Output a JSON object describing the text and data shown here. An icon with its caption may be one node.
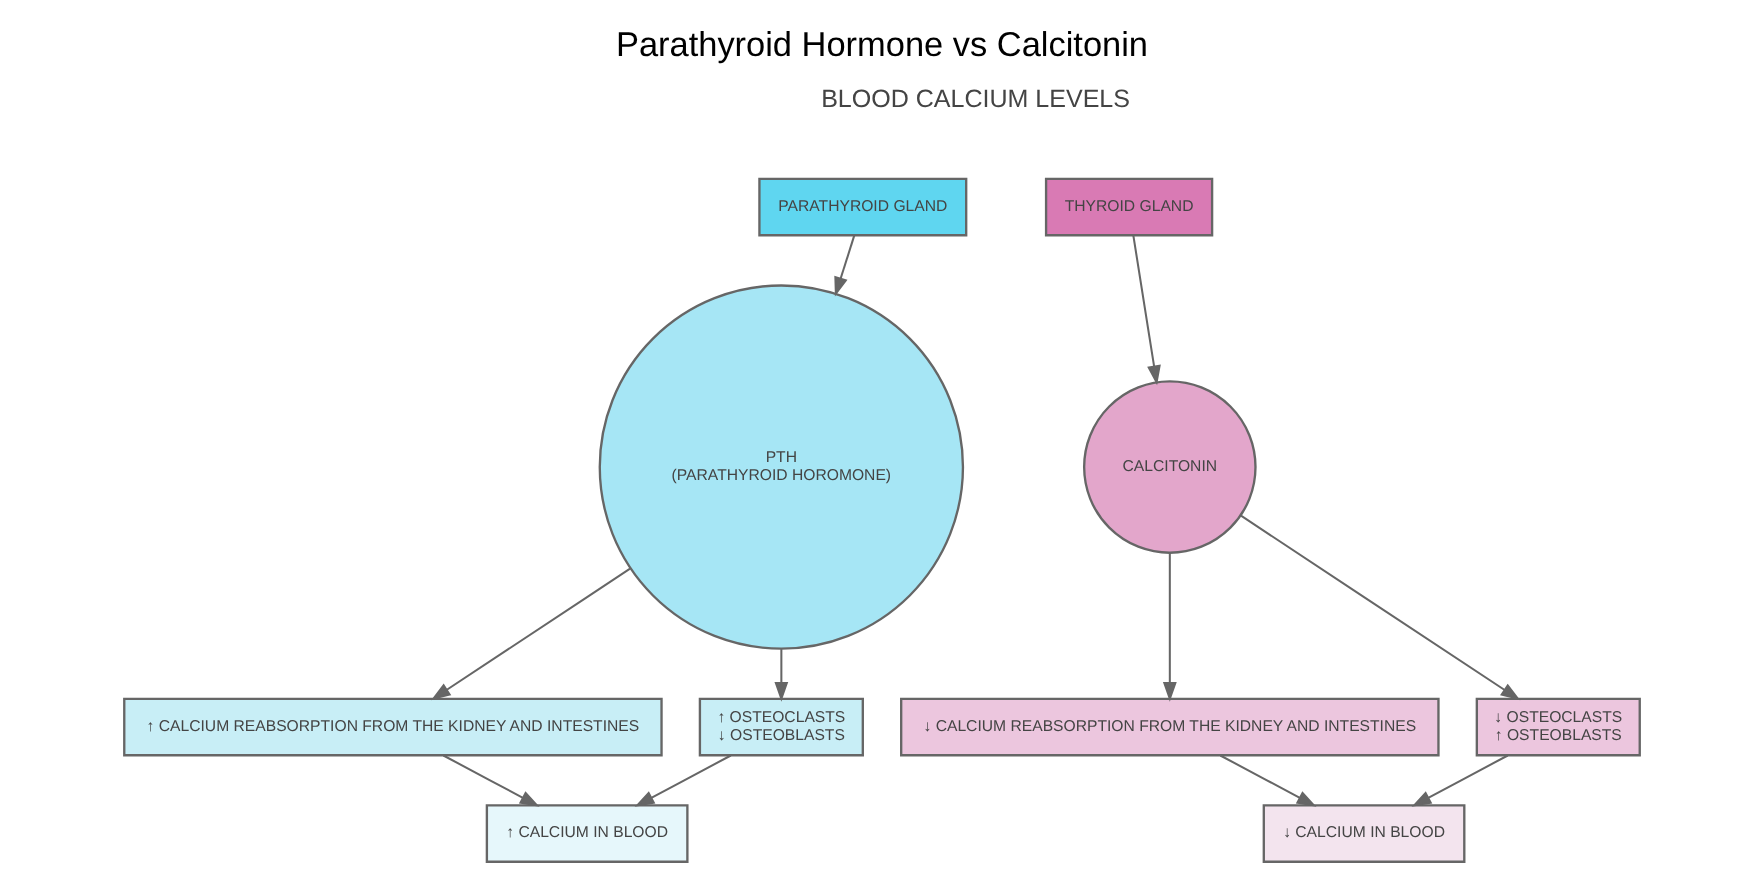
{
  "diagram": {
    "title": "Parathyroid Hormone vs Calcitonin",
    "nodes": [
      {
        "text": [
          "PARATHYROID GLAND"
        ]
      },
      {
        "text": [
          "THYROID GLAND"
        ]
      },
      {
        "text": [
          "PTH",
          "(PARATHYROID HOROMONE)"
        ]
      },
      {
        "text": [
          "CALCITONIN"
        ]
      },
      {
        "text": [
          "↑ CALCIUM REABSORPTION FROM THE KIDNEY AND INTESTINES"
        ]
      },
      {
        "text": [
          "↑ OSTEOCLASTS",
          "↓ OSTEOBLASTS"
        ]
      },
      {
        "text": [
          "↓ CALCIUM REABSORPTION FROM THE KIDNEY AND INTESTINES"
        ]
      },
      {
        "text": [
          "↓ OSTEOCLASTS",
          "↑ OSTEOBLASTS"
        ]
      },
      {
        "text": [
          "↑ CALCIUM IN BLOOD"
        ]
      },
      {
        "text": [
          "↓ CALCIUM IN BLOOD"
        ]
      }
    ],
    "edges": [
      {
        "from": 0,
        "to": 2,
        "arrow": "to"
      },
      {
        "from": 1,
        "to": 3,
        "arrow": "to"
      },
      {
        "from": 2,
        "to": 4,
        "arrow": "to"
      },
      {
        "from": 2,
        "to": 5,
        "arrow": "to"
      },
      {
        "from": 3,
        "to": 6,
        "arrow": "to"
      },
      {
        "from": 3,
        "to": 7,
        "arrow": "to"
      },
      {
        "from": 4,
        "to": 8,
        "arrow": "to"
      },
      {
        "from": 5,
        "to": 8,
        "arrow": "to"
      },
      {
        "from": 6,
        "to": 9,
        "arrow": "to"
      },
      {
        "from": 7,
        "to": 9,
        "arrow": "to"
      }
    ],
    "labels": [
      "BLOOD CALCIUM LEVELS"
    ]
  }
}
